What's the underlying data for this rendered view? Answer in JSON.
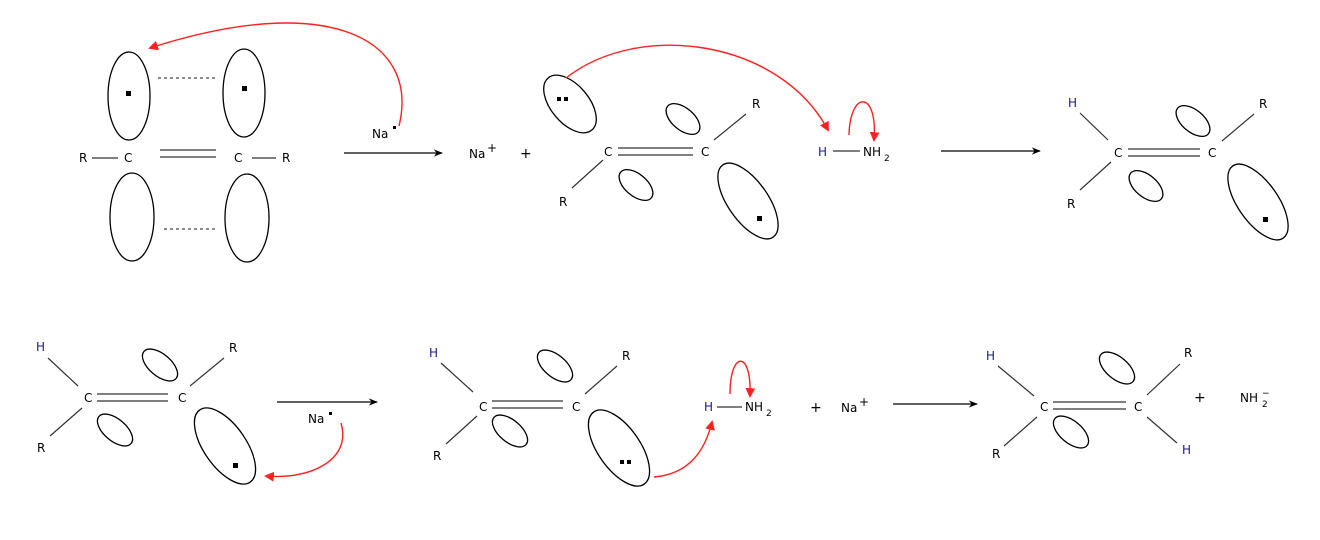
{
  "atoms": {
    "carbon": "C",
    "substituent": "R",
    "hydrogen": "H",
    "nitrogen": "NH",
    "nh2_subscript": "2",
    "plus": "+"
  },
  "species": {
    "sodium_radical": "Na",
    "sodium_cation": "Na",
    "cation_charge": "+",
    "amide_anion": "NH",
    "amide_subscript": "2",
    "amide_charge": "−"
  },
  "colors": {
    "electron_arrow": "#ff2020",
    "hydrogen_label": "#1a1a8c",
    "bond": "#333333"
  }
}
